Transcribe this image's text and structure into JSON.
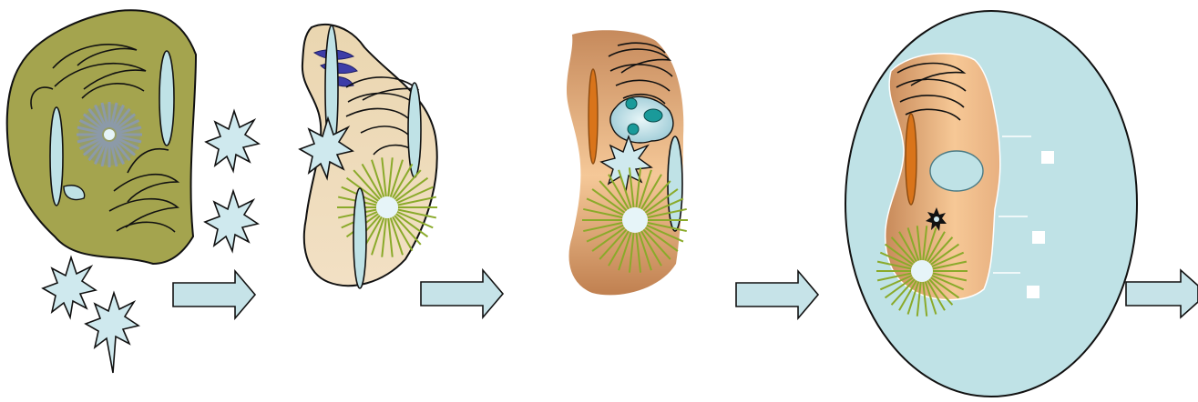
{
  "diagram": {
    "stages": [
      {
        "name": "stage-1",
        "fill": "#a4a44e"
      },
      {
        "name": "stage-2",
        "fill": "#f0dcb8"
      },
      {
        "name": "stage-3",
        "fill": "#e0a878"
      },
      {
        "name": "stage-4",
        "fill": "#e8b488"
      }
    ],
    "colors": {
      "outline": "#111111",
      "pale_blue": "#bfe2e6",
      "spike_blue": "#cfe9ee",
      "teal": "#1a9a9a",
      "green_burst": "#8aaa2a",
      "orange": "#d9741a",
      "purple": "#3d3da8",
      "arrow_fill": "#c6e3e8"
    },
    "icons": [
      "block-arrow-icon",
      "starburst-icon",
      "sun-burst-icon"
    ]
  }
}
